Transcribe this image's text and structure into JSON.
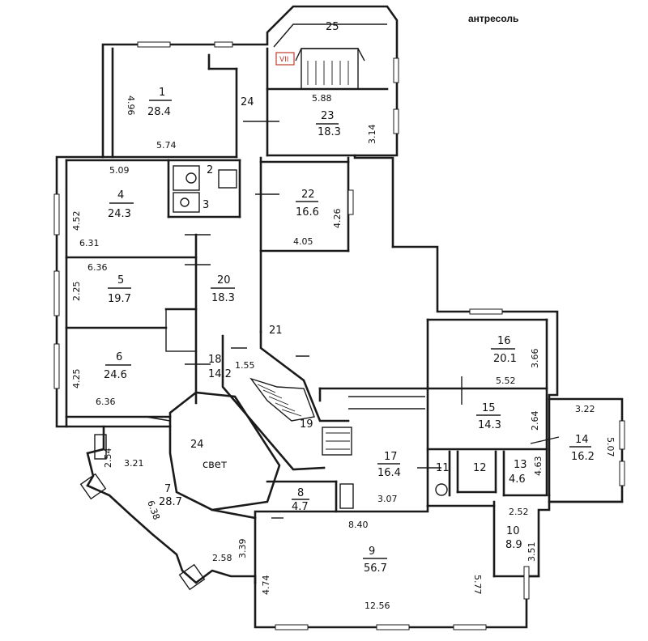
{
  "header": {
    "title": "антресоль"
  },
  "mark": {
    "label": "VII"
  },
  "rooms": [
    {
      "id": "1",
      "num": "1",
      "area": "28.4"
    },
    {
      "id": "2",
      "num": "2",
      "area": ""
    },
    {
      "id": "3",
      "num": "3",
      "area": ""
    },
    {
      "id": "4",
      "num": "4",
      "area": "24.3"
    },
    {
      "id": "5",
      "num": "5",
      "area": "19.7"
    },
    {
      "id": "6",
      "num": "6",
      "area": "24.6"
    },
    {
      "id": "7",
      "num": "7",
      "area": "28.7"
    },
    {
      "id": "8",
      "num": "8",
      "area": "4.7"
    },
    {
      "id": "9",
      "num": "9",
      "area": "56.7"
    },
    {
      "id": "10",
      "num": "10",
      "area": "8.9"
    },
    {
      "id": "11",
      "num": "11",
      "area": ""
    },
    {
      "id": "12",
      "num": "12",
      "area": ""
    },
    {
      "id": "13",
      "num": "13",
      "area": "4.6"
    },
    {
      "id": "14",
      "num": "14",
      "area": "16.2"
    },
    {
      "id": "15",
      "num": "15",
      "area": "14.3"
    },
    {
      "id": "16",
      "num": "16",
      "area": "20.1"
    },
    {
      "id": "17",
      "num": "17",
      "area": "16.4"
    },
    {
      "id": "18",
      "num": "18",
      "area": "14.2"
    },
    {
      "id": "19",
      "num": "19",
      "area": ""
    },
    {
      "id": "20",
      "num": "20",
      "area": "18.3"
    },
    {
      "id": "21",
      "num": "21",
      "area": ""
    },
    {
      "id": "22",
      "num": "22",
      "area": "16.6"
    },
    {
      "id": "23",
      "num": "23",
      "area": "18.3"
    },
    {
      "id": "24",
      "num": "24",
      "area": ""
    },
    {
      "id": "25",
      "num": "25",
      "area": ""
    }
  ],
  "light_well": {
    "num": "24",
    "label": "свет"
  },
  "dimensions": [
    "5.74",
    "4.96",
    "5.88",
    "3.14",
    "5.09",
    "4.52",
    "6.31",
    "4.26",
    "4.05",
    "6.36",
    "2.25",
    "4.25",
    "6.36",
    "1.55",
    "3.66",
    "5.52",
    "2.64",
    "3.22",
    "5.07",
    "2.54",
    "3.21",
    "6.38",
    "2.58",
    "3.39",
    "4.74",
    "8.40",
    "3.07",
    "2.52",
    "3.51",
    "5.77",
    "12.56",
    "4.63"
  ]
}
